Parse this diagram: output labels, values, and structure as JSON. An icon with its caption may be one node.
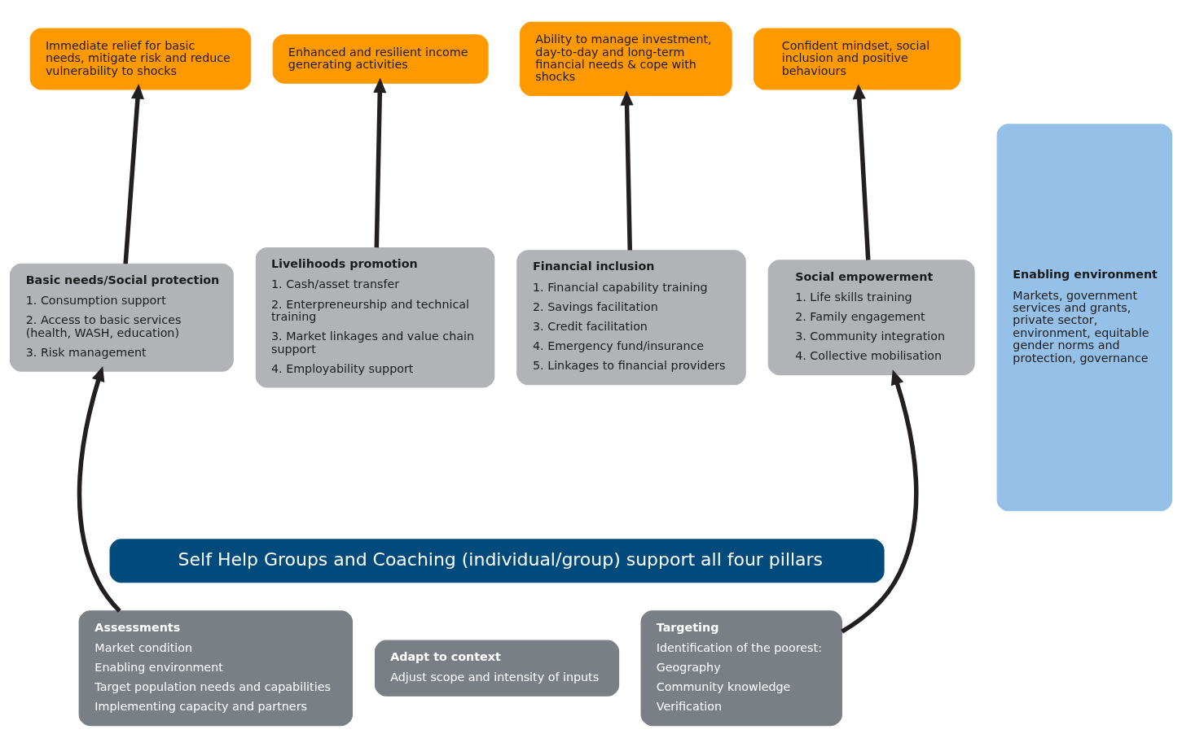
{
  "diagram": {
    "nodes": [
      {
        "text": [
          "Immediate relief for basic needs, mitigate risk and reduce vulnerability to shocks"
        ]
      },
      {
        "text": [
          "Enhanced and resilient income generating activities"
        ]
      },
      {
        "text": [
          "Ability to manage investment, day-to-day and long-term financial needs & cope with shocks"
        ]
      },
      {
        "text": [
          "Confident mindset, social inclusion and positive behaviours"
        ]
      },
      {
        "text": [
          "Basic needs/Social protection",
          "1. Consumption support",
          "2. Access to basic services (health, WASH, education)",
          "3. Risk management"
        ]
      },
      {
        "text": [
          "Livelihoods promotion",
          "1. Cash/asset transfer",
          "2. Enterpreneurship and technical training",
          "3. Market linkages and value chain support",
          "4. Employability support"
        ]
      },
      {
        "text": [
          "Financial inclusion",
          "1. Financial capability training",
          "2. Savings facilitation",
          "3. Credit facilitation",
          "4. Emergency fund/insurance",
          "5. Linkages to financial providers"
        ]
      },
      {
        "text": [
          "Social empowerment",
          "1. Life skills training",
          "2. Family engagement",
          "3. Community integration",
          "4. Collective mobilisation"
        ]
      },
      {
        "text": [
          "Self Help Groups and Coaching (individual/group) support all four pillars"
        ]
      },
      {
        "text": [
          "Assessments",
          "Market condition",
          "Enabling environment",
          "Target population needs and capabilities",
          "Implementing capacity and partners"
        ]
      },
      {
        "text": [
          "Adapt to context",
          "Adjust scope and intensity of inputs"
        ]
      },
      {
        "text": [
          "Targeting",
          "Identification of the poorest:",
          "Geography",
          "Community knowledge",
          "Verification"
        ]
      },
      {
        "text": [
          "Enabling environment",
          "Markets, government services and grants, private sector, environment, equitable gender norms and protection, governance"
        ]
      }
    ],
    "edges": [
      {
        "from": 4,
        "to": 0,
        "arrow": "to"
      },
      {
        "from": 5,
        "to": 1,
        "arrow": "to"
      },
      {
        "from": 6,
        "to": 2,
        "arrow": "to"
      },
      {
        "from": 7,
        "to": 3,
        "arrow": "to"
      },
      {
        "from": 9,
        "to": 4,
        "arrow": "to"
      },
      {
        "from": 11,
        "to": 7,
        "arrow": "to"
      }
    ]
  }
}
